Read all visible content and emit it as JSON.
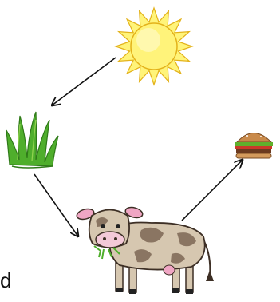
{
  "diagram": {
    "type": "food-chain",
    "caption": "d",
    "nodes": [
      {
        "id": "sun",
        "icon": "sun-icon"
      },
      {
        "id": "grass",
        "icon": "grass-icon"
      },
      {
        "id": "cow",
        "icon": "cow-icon"
      },
      {
        "id": "burger",
        "icon": "hamburger-icon"
      }
    ],
    "edges": [
      {
        "from": "sun",
        "to": "grass"
      },
      {
        "from": "grass",
        "to": "cow"
      },
      {
        "from": "cow",
        "to": "burger"
      }
    ],
    "colors": {
      "sun_fill": "#fff47a",
      "sun_stroke": "#e3b21a",
      "grass": "#4fae2c",
      "cow_body": "#d6c7b0",
      "cow_spots": "#8a7562",
      "cow_pink": "#f0a6c4",
      "arrow": "#111111"
    }
  }
}
